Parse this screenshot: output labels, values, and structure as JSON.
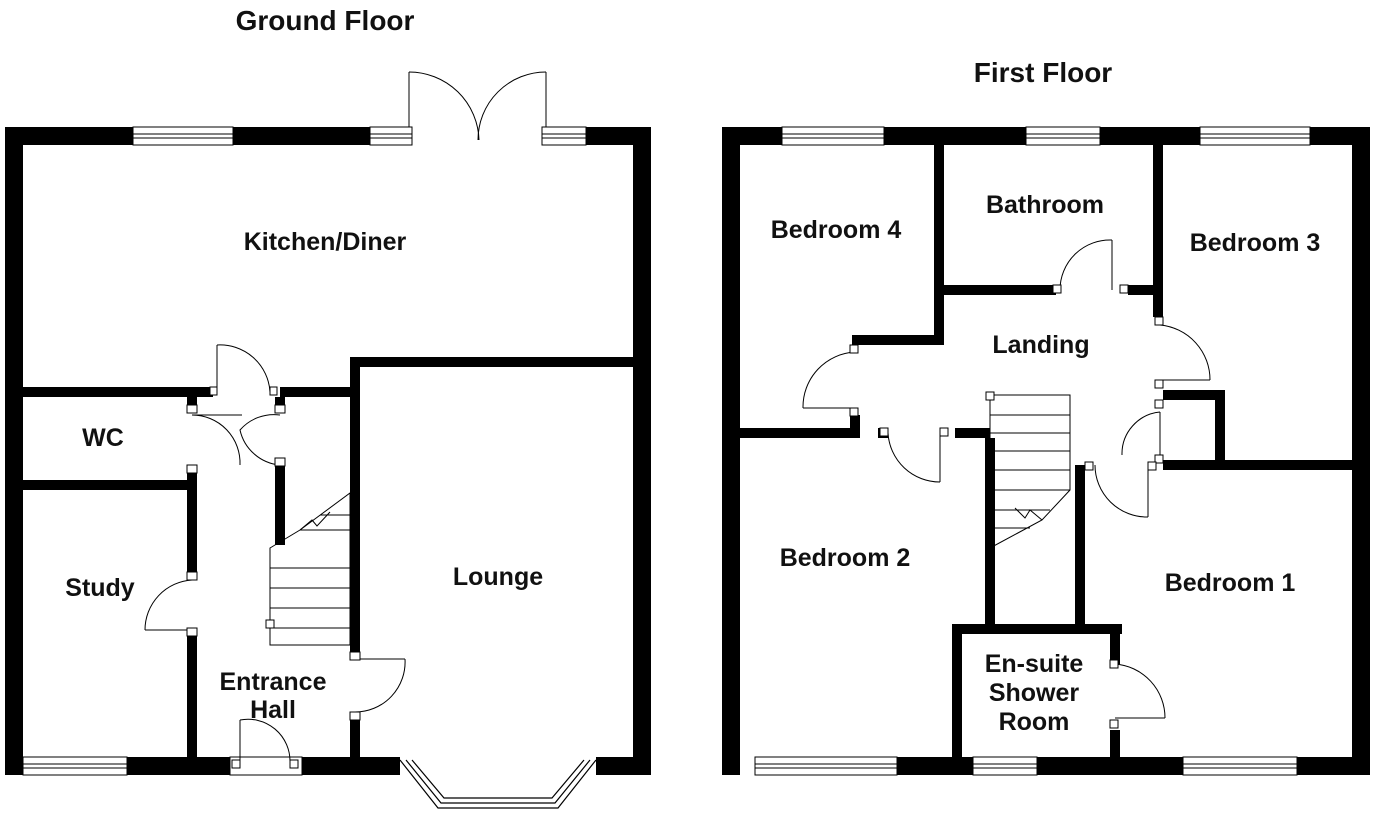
{
  "floors": {
    "ground": {
      "title": "Ground Floor",
      "rooms": {
        "kitchen": "Kitchen/Diner",
        "wc": "WC",
        "study": "Study",
        "hall_line1": "Entrance",
        "hall_line2": "Hall",
        "lounge": "Lounge"
      }
    },
    "first": {
      "title": "First Floor",
      "rooms": {
        "bedroom4": "Bedroom 4",
        "bathroom": "Bathroom",
        "bedroom3": "Bedroom 3",
        "landing": "Landing",
        "bedroom2": "Bedroom 2",
        "bedroom1": "Bedroom 1",
        "ensuite_line1": "En-suite",
        "ensuite_line2": "Shower",
        "ensuite_line3": "Room"
      }
    }
  },
  "colors": {
    "wall": "#000000",
    "background": "#ffffff"
  }
}
